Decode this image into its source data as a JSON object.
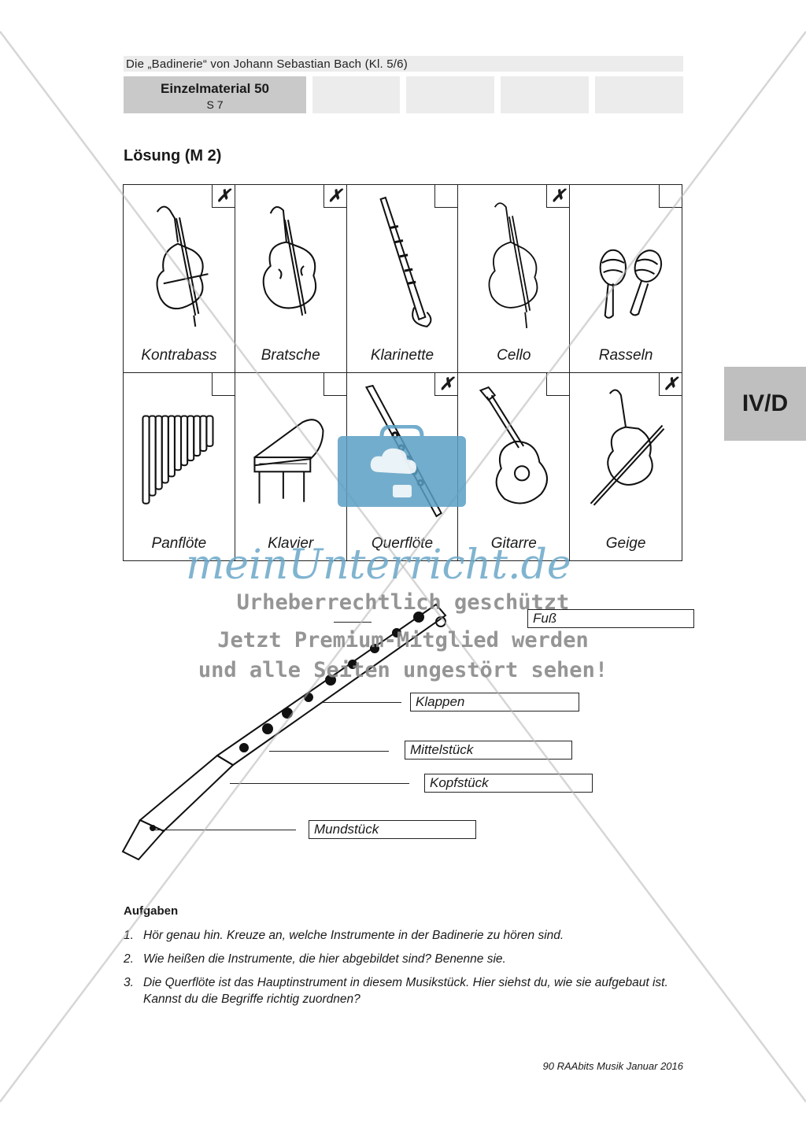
{
  "header": {
    "top_line": "Die „Badinerie“ von Johann Sebastian Bach (Kl. 5/6)",
    "material": "Einzelmaterial 50",
    "page": "S 7"
  },
  "side_tab": "IV/D",
  "solution_title": "Lösung (M 2)",
  "instruments": [
    {
      "name": "Kontrabass",
      "mark": "✗"
    },
    {
      "name": "Bratsche",
      "mark": "✗"
    },
    {
      "name": "Klarinette",
      "mark": ""
    },
    {
      "name": "Cello",
      "mark": "✗"
    },
    {
      "name": "Rasseln",
      "mark": ""
    },
    {
      "name": "Panflöte",
      "mark": ""
    },
    {
      "name": "Klavier",
      "mark": ""
    },
    {
      "name": "Querflöte",
      "mark": "✗"
    },
    {
      "name": "Gitarre",
      "mark": ""
    },
    {
      "name": "Geige",
      "mark": "✗"
    }
  ],
  "flute_parts": {
    "foot": "Fuß",
    "keys": "Klappen",
    "middle": "Mittelstück",
    "head": "Kopfstück",
    "mouth": "Mundstück"
  },
  "tasks": {
    "title": "Aufgaben",
    "items": [
      {
        "num": "1.",
        "text": "Hör genau hin. Kreuze an, welche Instrumente in der Badinerie zu hören sind."
      },
      {
        "num": "2.",
        "text": "Wie heißen die Instrumente, die hier abgebildet sind? Benenne sie."
      },
      {
        "num": "3.",
        "text": "Die Querflöte ist das Hauptinstrument in diesem Musikstück. Hier siehst du, wie sie aufgebaut ist. Kannst du die Begriffe richtig zuordnen?"
      }
    ]
  },
  "footer": "90 RAAbits Musik Januar 2016",
  "watermark": {
    "logo": "meinUnterricht.de",
    "line1": "Urheberrechtlich geschützt",
    "line2": "Jetzt Premium-Mitglied werden",
    "line3": "und alle Seiten ungestört sehen!"
  },
  "colors": {
    "watermark_blue": "#6aa7c8",
    "header_gray": "#c9c9c9",
    "tab_gray": "#bfbfbf"
  }
}
